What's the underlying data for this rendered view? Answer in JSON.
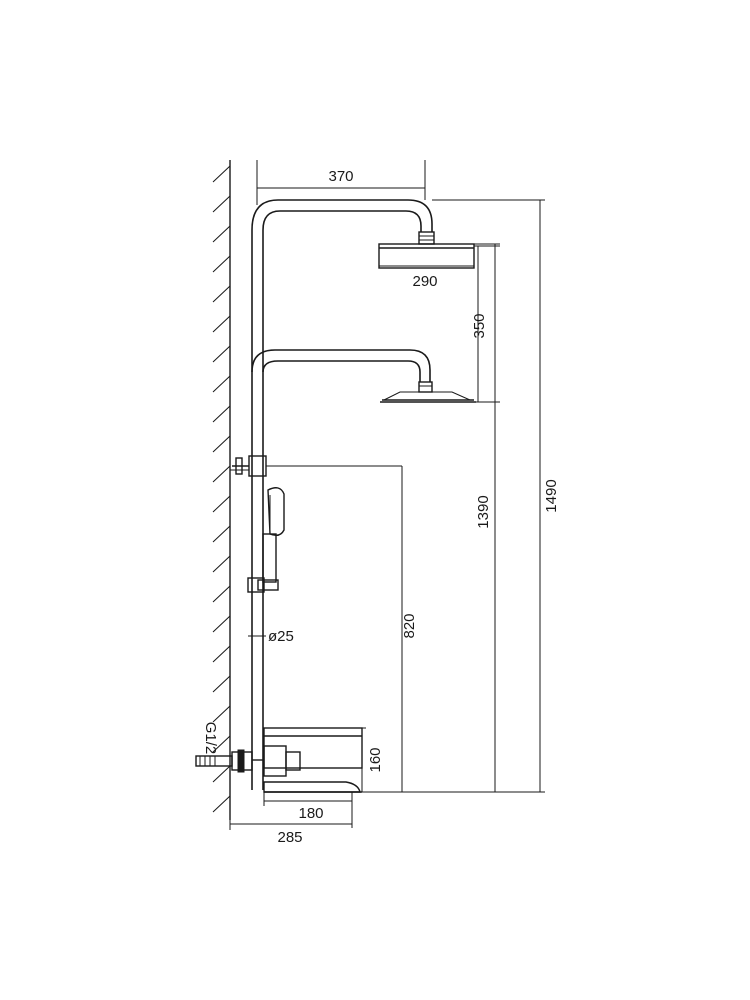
{
  "dimensions": {
    "arm_reach": "370",
    "head_diameter": "290",
    "head_drop": "350",
    "outlet_height": "1390",
    "overall_height": "1490",
    "bracket_height": "820",
    "pipe_diameter": "ø25",
    "thread_size": "G1/2",
    "mixer_height": "160",
    "spout_length": "180",
    "wall_offset": "285"
  }
}
